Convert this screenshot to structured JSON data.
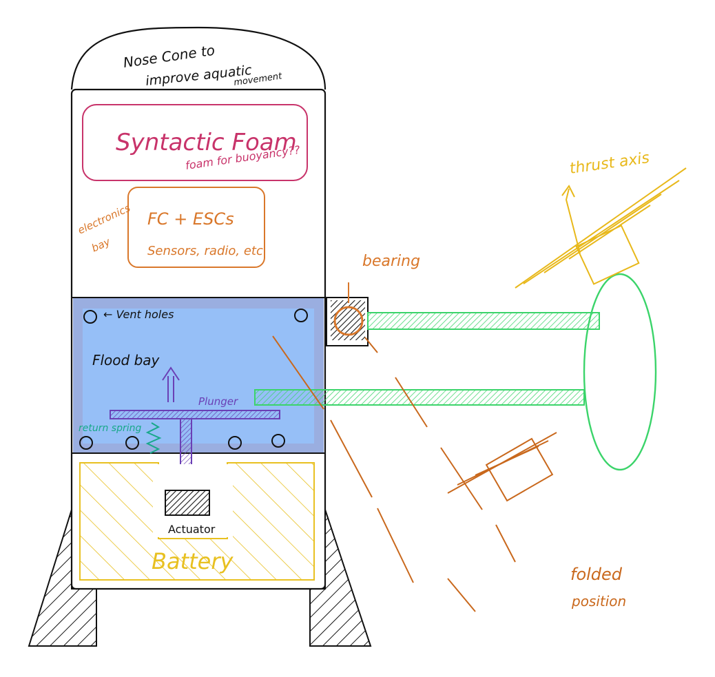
{
  "labels": {
    "nose_line1": "Nose Cone to",
    "nose_line2": "improve aquatic",
    "nose_line3": "movement",
    "foam_title": "Syntactic Foam",
    "foam_sub": "foam for buoyancy??",
    "electronics_line1": "electronics",
    "electronics_line2": "bay",
    "fc_escs": "FC + ESCs",
    "sensors": "Sensors, radio, etc",
    "vent_holes": "← Vent holes",
    "flood_bay": "Flood bay",
    "plunger": "Plunger",
    "return_spring": "return spring",
    "actuator": "Actuator",
    "battery": "Battery",
    "bearing": "bearing",
    "thrust_axis": "thrust axis",
    "folded_line1": "folded",
    "folded_line2": "position"
  },
  "colors": {
    "ink": "#111111",
    "foam": "#c8336a",
    "electronics": "#d9772a",
    "flood_fill": "#96bff7",
    "flood_border": "#9aaee0",
    "plunger": "#6a3fb5",
    "spring": "#18a88a",
    "battery": "#e8c020",
    "arm": "#3bd46a",
    "thrust": "#e8b81a",
    "bearing": "#d9772a",
    "folded": "#c9681c"
  },
  "icons": {
    "up_arrow": "up-arrow-icon",
    "hatch": "hatch-pattern"
  }
}
